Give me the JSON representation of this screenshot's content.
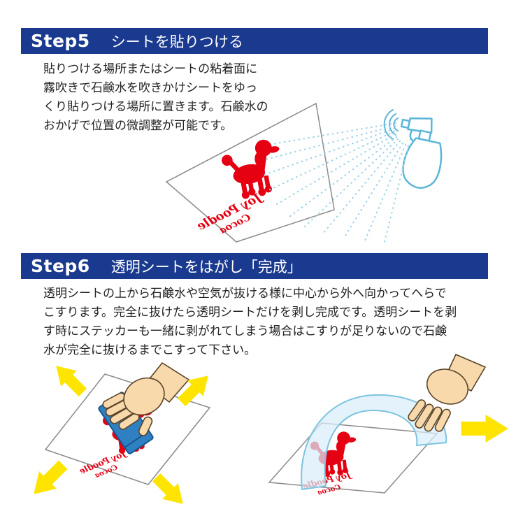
{
  "steps": [
    {
      "label": "Step5",
      "title": "シートを貼りつける",
      "body": "貼りつける場所またはシートの粘着面に\n霧吹きで石鹸水を吹きかけシートをゆっ\nくり貼りつける場所に置きます。石鹸水の\nおかげで位置の微調整が可能です。"
    },
    {
      "label": "Step6",
      "title": "透明シートをはがし「完成」",
      "body": "透明シートの上から石鹸水や空気が抜ける様に中心から外へ向かってへらで\nこすります。完全に抜けたら透明シートだけを剥し完成です。透明シートを剥\nす時にステッカーも一緒に剥がれてしまう場合はこすりが足りないので石鹸\n水が完全に抜けるまでこすって下さい。"
    }
  ],
  "sticker": {
    "line1": "Joy Poodle",
    "line2": "Cocoa"
  },
  "colors": {
    "header_bg": "#1a3a8f",
    "header_text": "#ffffff",
    "body_text": "#222222",
    "sticker_red": "#e50012",
    "spray_blue": "#5ab6d8",
    "arrow_yellow": "#ffe400",
    "squeegee_blue": "#2f80c2",
    "hand_skin": "#f7d9ab"
  }
}
